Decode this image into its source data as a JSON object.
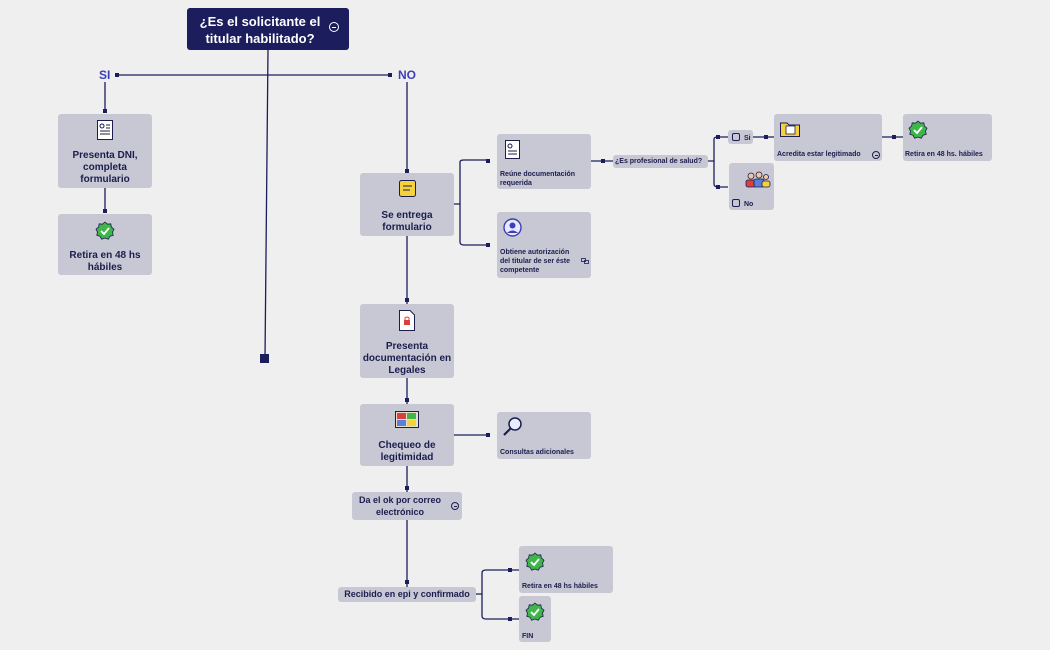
{
  "root": {
    "text": "¿Es el solicitante el titular habilitado?"
  },
  "branches": {
    "si": "SI",
    "no": "NO"
  },
  "nodes": {
    "presenta_dni": "Presenta DNI, completa formulario",
    "retira_48_left": "Retira en 48 hs hábiles",
    "se_entrega": "Se entrega formulario",
    "reune_doc": "Reúne documentación requerida",
    "obtiene_aut": "Obtiene autorización del titular de ser éste competente",
    "es_profesional": "¿Es profesional de salud?",
    "opt_si": "Si",
    "opt_no": "No",
    "acredita": "Acredita estar legitimado",
    "retira_48_habiles": "Retira en 48 hs. hábiles",
    "presenta_legales": "Presenta documentación en Legales",
    "chequeo": "Chequeo de legitimidad",
    "consultas": "Consultas adicionales",
    "da_ok": "Da el ok por correo electrónico",
    "recibido": "Recibido en epi y confirmado",
    "retira_48_bottom": "Retira en 48 hs hábiles",
    "fin": "FIN"
  },
  "colors": {
    "accent": "#1b1d5c",
    "node": "#c7c8d3",
    "branch": "#3c3fb5",
    "check": "#3fb54a"
  },
  "icons": [
    "id-card-icon",
    "check-badge-icon",
    "note-icon",
    "document-icon",
    "user-circle-icon",
    "folder-icon",
    "people-icon",
    "lock-document-icon",
    "checklist-icon",
    "magnifier-icon"
  ]
}
